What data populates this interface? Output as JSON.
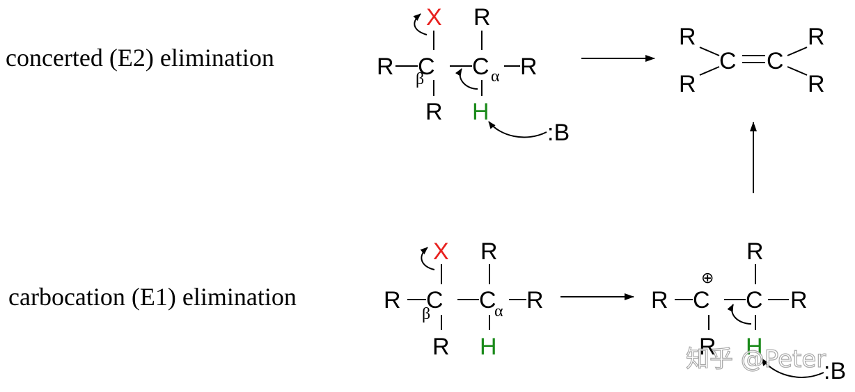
{
  "labels": {
    "e2": "concerted (E2) elimination",
    "e1": "carbocation (E1) elimination"
  },
  "atoms": {
    "R": "R",
    "C": "C",
    "X": "X",
    "H": "H",
    "base": ":B",
    "beta": "β",
    "alpha": "α",
    "cation": "⊕"
  },
  "colors": {
    "leaving_group": "#e8201e",
    "hydrogen": "#1a8a1a",
    "ink": "#000000"
  },
  "watermark": {
    "text": "知乎 @Peter"
  }
}
